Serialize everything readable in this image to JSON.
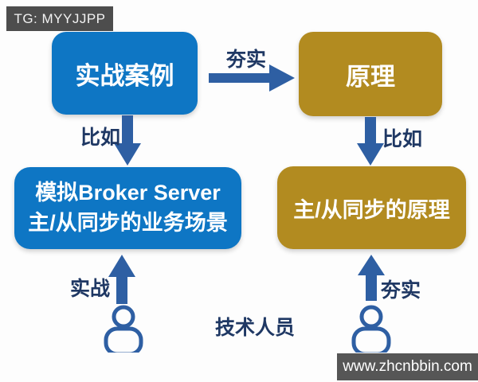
{
  "watermarks": {
    "tg_badge": "TG: MYYJJPP",
    "site": "www.zhcnbbin.com"
  },
  "diagram": {
    "nodes": {
      "practice_case": "实战案例",
      "principle": "原理",
      "broker_scenario_line1": "模拟Broker Server",
      "broker_scenario_line2": "主/从同步的业务场景",
      "sync_principle": "主/从同步的原理"
    },
    "edges": {
      "consolidate_top": "夯实",
      "example_left": "比如",
      "example_right": "比如",
      "practice_bottom": "实战",
      "consolidate_bottom": "夯实"
    },
    "actors_label": "技术人员"
  },
  "colors": {
    "blue_node": "#0e76c4",
    "gold_node": "#b28b20",
    "arrow": "#2e5fa3",
    "label_navy": "#1f3864",
    "badge_bg": "#4d4d4d"
  }
}
